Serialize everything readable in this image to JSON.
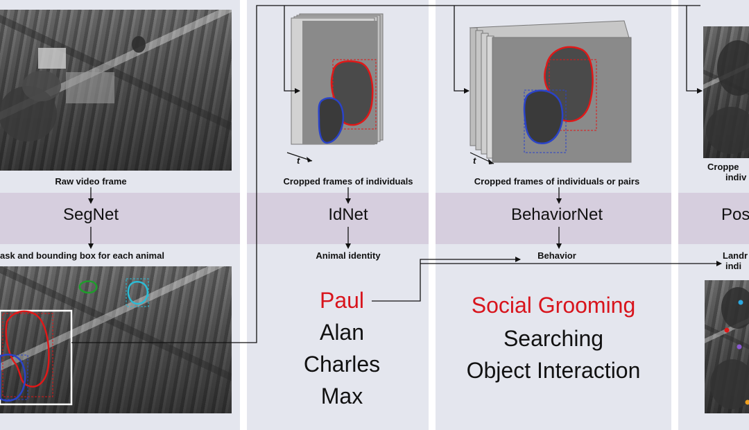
{
  "stages": [
    {
      "input_label": "Raw video frame",
      "network": "SegNet",
      "output_label": "ask and bounding box for each animal"
    },
    {
      "input_label": "Cropped frames of individuals",
      "network": "IdNet",
      "output_label": "Animal identity"
    },
    {
      "input_label": "Cropped frames of individuals or pairs",
      "network": "BehaviorNet",
      "output_label": "Behavior"
    },
    {
      "input_label_line1": "Croppe",
      "input_label_line2": "indiv",
      "network": "Pos",
      "output_label_line1": "Landr",
      "output_label_line2": "indi"
    }
  ],
  "identities": [
    "Paul",
    "Alan",
    "Charles",
    "Max"
  ],
  "behaviors": [
    "Social Grooming",
    "Searching",
    "Object Interaction"
  ],
  "time_symbol": "t",
  "colors": {
    "highlight": "#d8141c",
    "mask_red": "#e01818",
    "mask_blue": "#2a43c8",
    "mask_green": "#1f9d2c",
    "mask_cyan": "#2bbcd6",
    "panel": "#e4e6ee",
    "band": "#d6cede"
  }
}
